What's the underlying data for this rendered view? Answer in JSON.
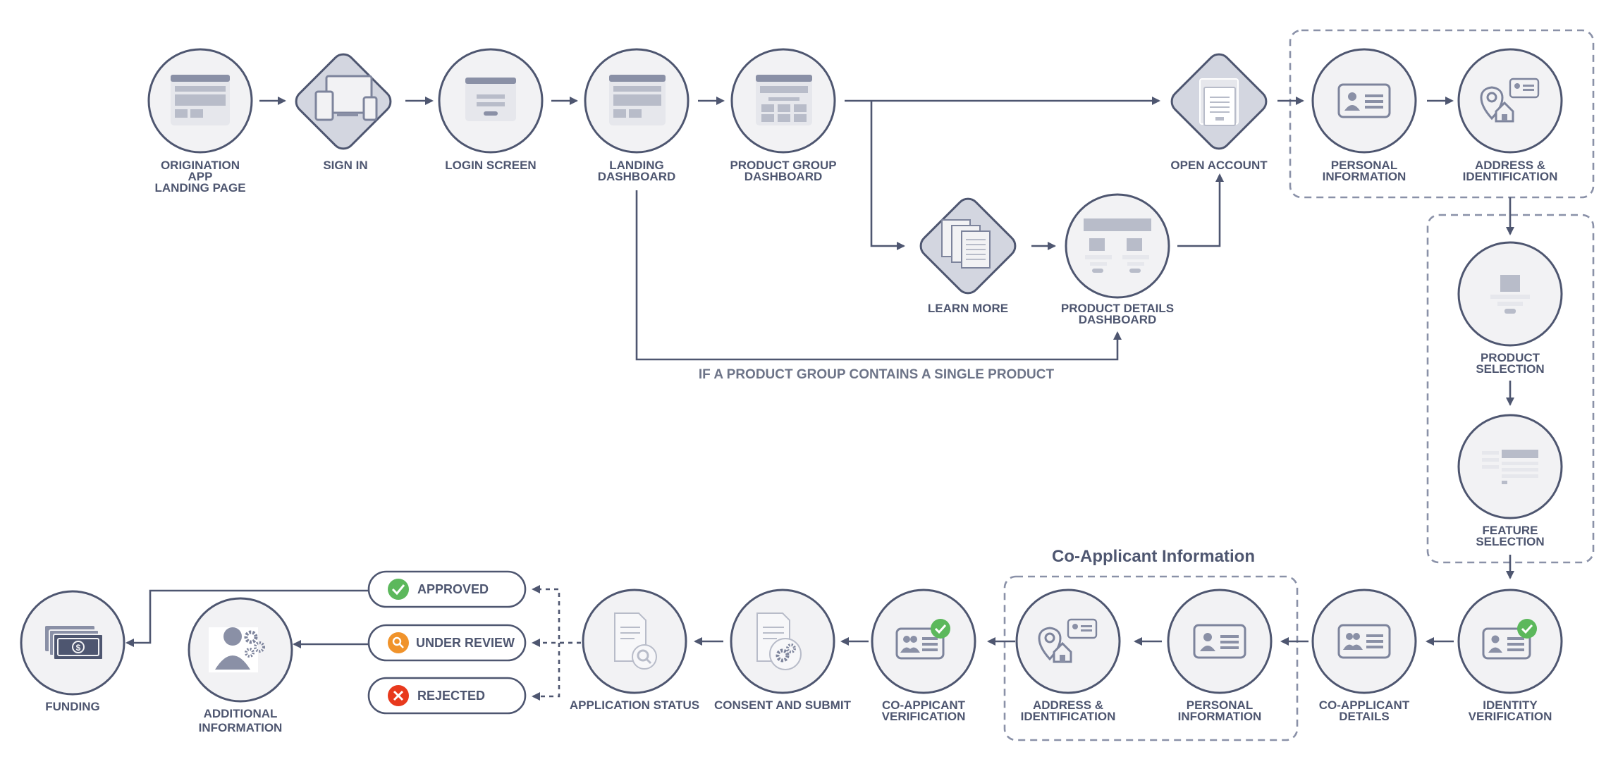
{
  "colors": {
    "stroke": "#4e5670",
    "node_fill": "#f2f2f4",
    "diamond_fill": "#d3d6e0",
    "group_border": "#8a91a8",
    "approved": "#5cb85c",
    "under_review": "#f0932b",
    "rejected": "#e8391d"
  },
  "nodes": {
    "origination_app_landing_page": {
      "label": [
        "ORIGINATION",
        "APP",
        "LANDING PAGE"
      ],
      "icon": "browser-window-icon"
    },
    "sign_in": {
      "label": [
        "SIGN IN"
      ],
      "icon": "devices-icon"
    },
    "login_screen": {
      "label": [
        "LOGIN SCREEN"
      ],
      "icon": "login-form-icon"
    },
    "landing_dashboard": {
      "label": [
        "LANDING",
        "DASHBOARD"
      ],
      "icon": "dashboard-icon"
    },
    "product_group_dashboard": {
      "label": [
        "PRODUCT GROUP",
        "DASHBOARD"
      ],
      "icon": "grid-dashboard-icon"
    },
    "learn_more": {
      "label": [
        "LEARN MORE"
      ],
      "icon": "documents-icon"
    },
    "product_details_dashboard": {
      "label": [
        "PRODUCT DETAILS",
        "DASHBOARD"
      ],
      "icon": "product-details-icon"
    },
    "open_account": {
      "label": [
        "OPEN ACCOUNT"
      ],
      "icon": "form-document-icon"
    },
    "personal_information_top": {
      "label": [
        "PERSONAL",
        "INFORMATION"
      ],
      "icon": "id-card-icon"
    },
    "address_identification_top": {
      "label": [
        "ADDRESS &",
        "IDENTIFICATION"
      ],
      "icon": "location-home-icon"
    },
    "product_selection": {
      "label": [
        "PRODUCT",
        "SELECTION"
      ],
      "icon": "product-selection-icon"
    },
    "feature_selection": {
      "label": [
        "FEATURE",
        "SELECTION"
      ],
      "icon": "feature-list-icon"
    },
    "identity_verification": {
      "label": [
        "IDENTITY",
        "VERIFICATION"
      ],
      "icon": "verified-id-icon"
    },
    "co_applicant_details": {
      "label": [
        "CO-APPLICANT",
        "DETAILS"
      ],
      "icon": "two-person-card-icon"
    },
    "personal_information_co": {
      "label": [
        "PERSONAL",
        "INFORMATION"
      ],
      "icon": "id-card-icon"
    },
    "address_identification_co": {
      "label": [
        "ADDRESS &",
        "IDENTIFICATION"
      ],
      "icon": "location-home-icon"
    },
    "co_applicant_verification": {
      "label": [
        "CO-APPICANT",
        "VERIFICATION"
      ],
      "icon": "verified-two-person-card-icon"
    },
    "consent_and_submit": {
      "label": [
        "CONSENT AND SUBMIT"
      ],
      "icon": "document-gear-icon"
    },
    "application_status": {
      "label": [
        "APPLICATION STATUS"
      ],
      "icon": "document-search-icon"
    },
    "additional_information": {
      "label": [
        "ADDITIONAL",
        "INFORMATION"
      ],
      "icon": "person-gears-icon"
    },
    "funding": {
      "label": [
        "FUNDING"
      ],
      "icon": "money-icon"
    }
  },
  "statuses": {
    "approved": {
      "label": "APPROVED",
      "icon": "check-icon"
    },
    "under_review": {
      "label": "UNDER REVIEW",
      "icon": "search-icon"
    },
    "rejected": {
      "label": "REJECTED",
      "icon": "x-icon"
    }
  },
  "note_single_product": "IF A PRODUCT GROUP CONTAINS A SINGLE PRODUCT",
  "co_applicant_group_title": "Co-Applicant Information"
}
